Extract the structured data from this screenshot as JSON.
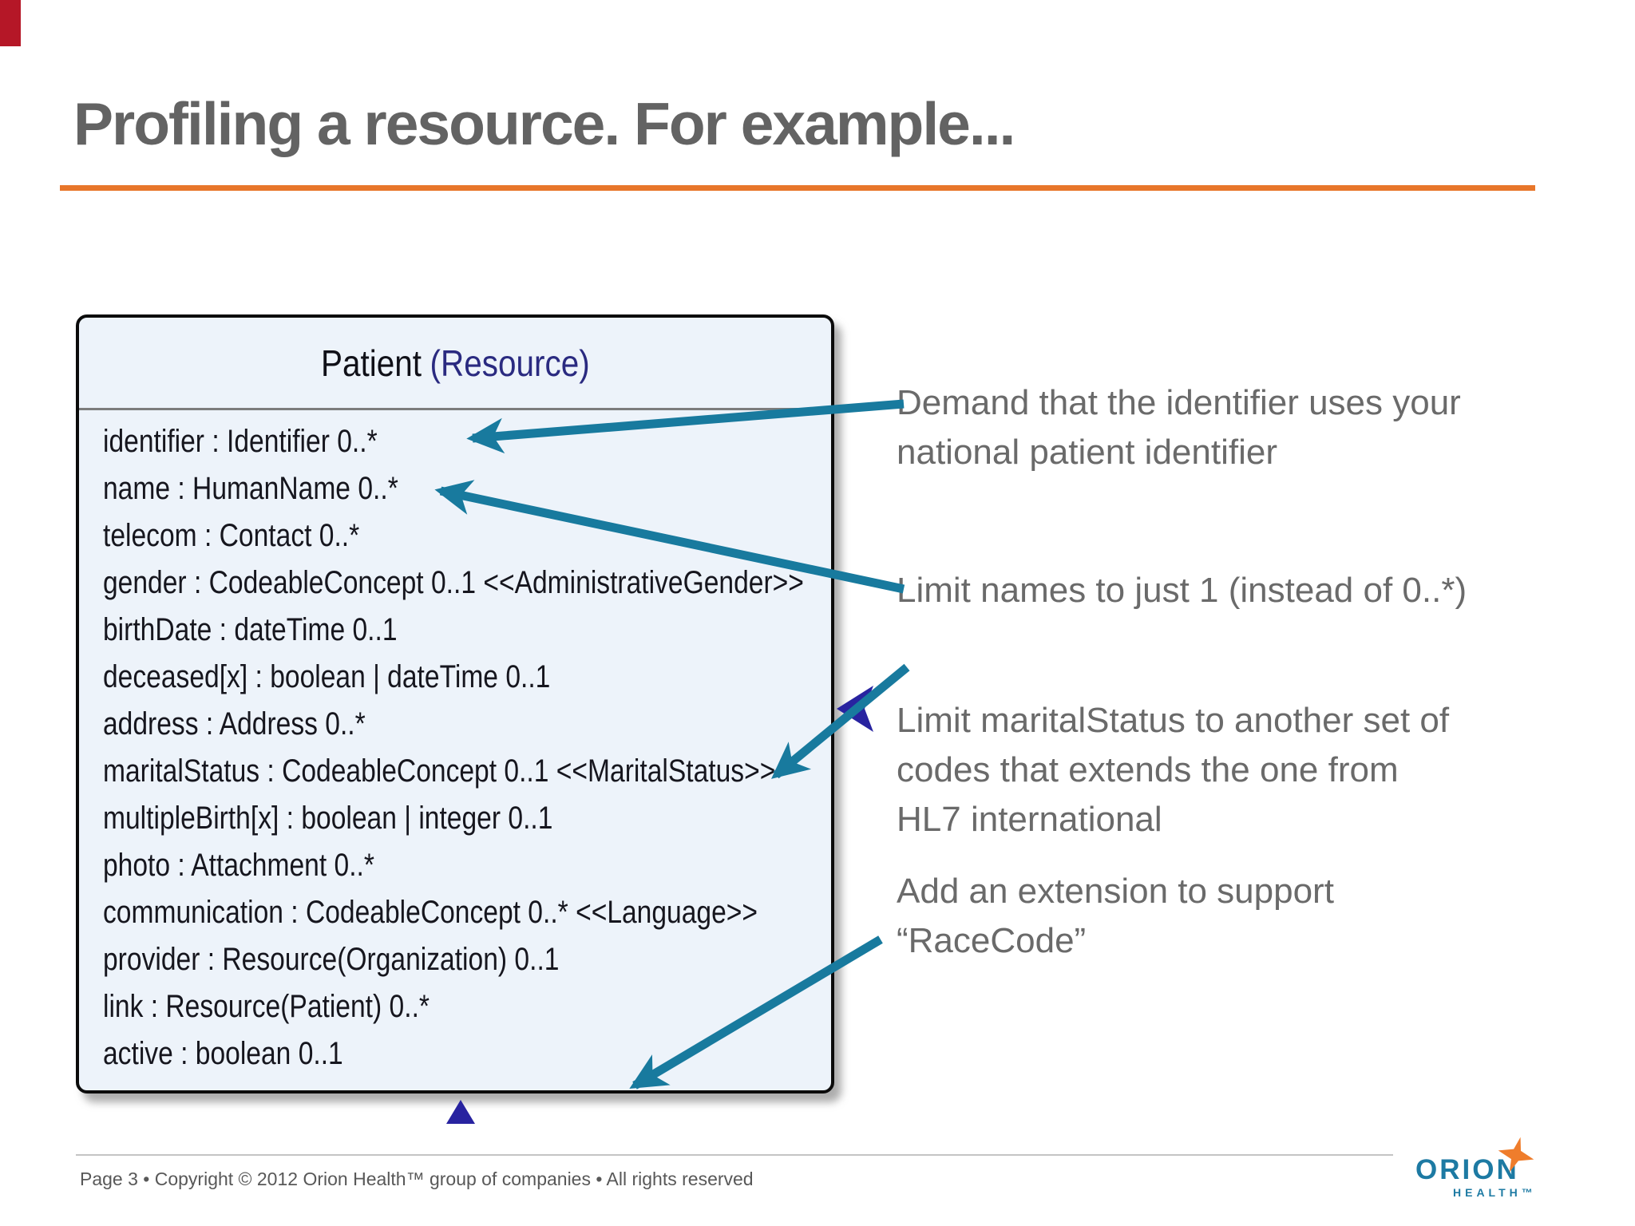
{
  "slide": {
    "title": "Profiling a resource. For example..."
  },
  "box": {
    "title_main": "Patient",
    "title_suffix": "(Resource)",
    "attributes": [
      "identifier : Identifier 0..*",
      "name : HumanName 0..*",
      "telecom : Contact 0..*",
      "gender : CodeableConcept 0..1 <<AdministrativeGender>>",
      "birthDate : dateTime 0..1",
      "deceased[x] : boolean | dateTime 0..1",
      "address : Address 0..*",
      "maritalStatus : CodeableConcept 0..1 <<MaritalStatus>>",
      "multipleBirth[x] : boolean | integer 0..1",
      "photo : Attachment 0..*",
      "communication : CodeableConcept 0..* <<Language>>",
      "provider : Resource(Organization) 0..1",
      "link : Resource(Patient) 0..*",
      "active : boolean 0..1"
    ]
  },
  "annotations": [
    {
      "text": "Demand that the identifier uses your\nnational patient identifier"
    },
    {
      "text": "Limit names to just 1 (instead of 0..*)"
    },
    {
      "text": "Limit maritalStatus to another set of\ncodes that extends the one from\nHL7 international"
    },
    {
      "text": "Add an extension to support\n“RaceCode”"
    }
  ],
  "footer": {
    "text": "Page 3 • Copyright © 2012 Orion Health™ group of companies • All rights reserved"
  },
  "logo": {
    "orion": "ORION",
    "health": "HEALTH™"
  },
  "colors": {
    "accent_orange": "#e8762a",
    "teal_arrow": "#187a9e",
    "navy_arrow": "#2823a0",
    "box_bg": "#edf3fa",
    "annotation_gray": "#6a6a6a",
    "title_gray": "#636363",
    "logo_teal": "#1d7aa3",
    "logo_orange": "#ef7d2c"
  }
}
